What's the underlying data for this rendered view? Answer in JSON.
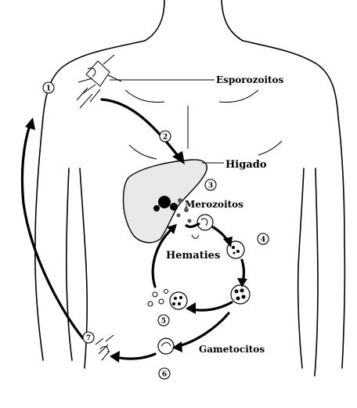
{
  "labels": {
    "esporozoitos": "Esporozoitos",
    "higado": "Higado",
    "merozoitos": "Merozoitos",
    "hematies": "Hematies",
    "gametocitos": "Gametocitos"
  },
  "steps": [
    "1",
    "2",
    "3",
    "4",
    "5",
    "6",
    "7"
  ]
}
